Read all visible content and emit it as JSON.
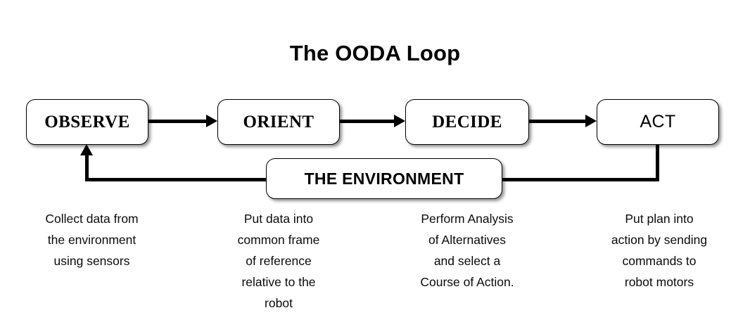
{
  "diagram": {
    "title": "The OODA Loop",
    "background_color": "#ffffff",
    "stroke_color": "#000000",
    "nodes": [
      {
        "id": "observe",
        "label": "OBSERVE"
      },
      {
        "id": "orient",
        "label": "ORIENT"
      },
      {
        "id": "decide",
        "label": "DECIDE"
      },
      {
        "id": "act",
        "label": "ACT"
      },
      {
        "id": "environment",
        "label": "THE ENVIRONMENT"
      }
    ],
    "captions": [
      {
        "for": "observe",
        "lines": [
          "Collect data from",
          "the environment",
          "using sensors"
        ]
      },
      {
        "for": "orient",
        "lines": [
          "Put data into",
          "common frame",
          "of reference",
          "relative to the",
          "robot"
        ]
      },
      {
        "for": "decide",
        "lines": [
          "Perform Analysis",
          "of Alternatives",
          "and select a",
          "Course of Action."
        ]
      },
      {
        "for": "act",
        "lines": [
          "Put plan into",
          "action by sending",
          "commands to",
          "robot motors"
        ]
      }
    ],
    "connectors": [
      {
        "id": "observe-to-orient",
        "from": "observe",
        "to": "orient",
        "style": "arrow-right"
      },
      {
        "id": "orient-to-decide",
        "from": "orient",
        "to": "decide",
        "style": "arrow-right"
      },
      {
        "id": "decide-to-act",
        "from": "decide",
        "to": "act",
        "style": "arrow-right"
      },
      {
        "id": "act-to-observe-feedback",
        "from": "act",
        "to": "observe",
        "style": "elbow-arrow-up"
      }
    ]
  }
}
